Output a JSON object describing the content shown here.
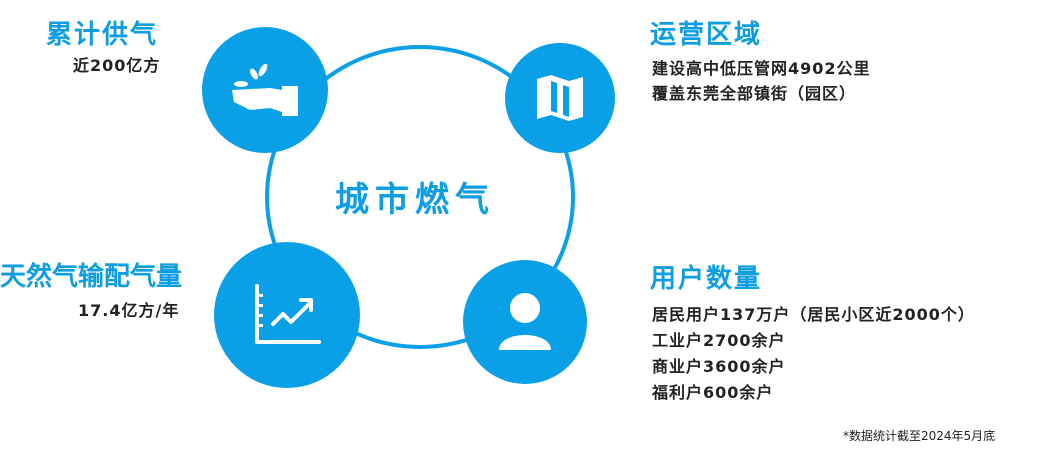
{
  "center_title": "城市燃气",
  "sections": {
    "supply": {
      "title": "累计供气",
      "lines": [
        "近200亿方"
      ]
    },
    "area": {
      "title": "运营区域",
      "lines": [
        "建设高中低压管网4902公里",
        "覆盖东莞全部镇街（园区）"
      ]
    },
    "transmission": {
      "title": "天然气输配气量",
      "lines": [
        "17.4亿方/年"
      ]
    },
    "users": {
      "title": "用户数量",
      "lines": [
        "居民用户137万户（居民小区近2000个）",
        "工业户2700余户",
        "商业户3600余户",
        "福利户600余户"
      ]
    }
  },
  "footnote": "*数据统计截至2024年5月底",
  "colors": {
    "accent": "#0aa0e8"
  }
}
